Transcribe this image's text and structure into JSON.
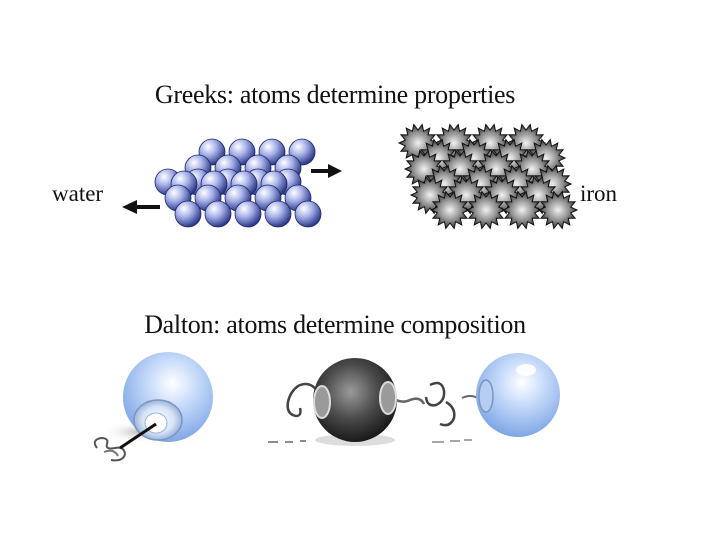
{
  "greeks": {
    "title": "Greeks: atoms determine properties",
    "left_label": "water",
    "right_label": "iron"
  },
  "dalton": {
    "title": "Dalton: atoms determine composition"
  },
  "colors": {
    "water_atom": "#8f9bd9",
    "iron_atom": "#6e6e6e",
    "dalton_light_atom": "#9cc0f2",
    "dalton_dark_atom": "#3a3a3a",
    "arrow": "#111111"
  }
}
